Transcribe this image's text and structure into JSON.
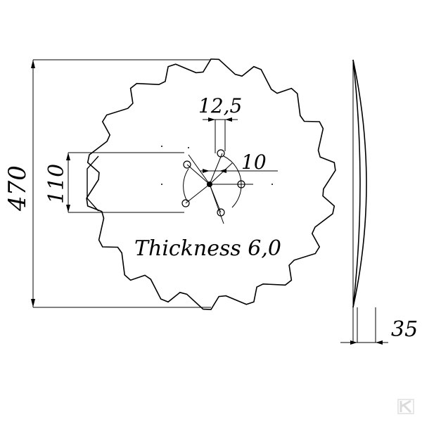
{
  "drawing": {
    "dimensions": {
      "outer_diameter": "470",
      "slot_height": "110",
      "hole_spacing": "12,5",
      "hole_diameter": "10",
      "dish_depth": "35"
    },
    "note": "Thickness 6,0",
    "watermark_icon": "k-logo-icon"
  }
}
